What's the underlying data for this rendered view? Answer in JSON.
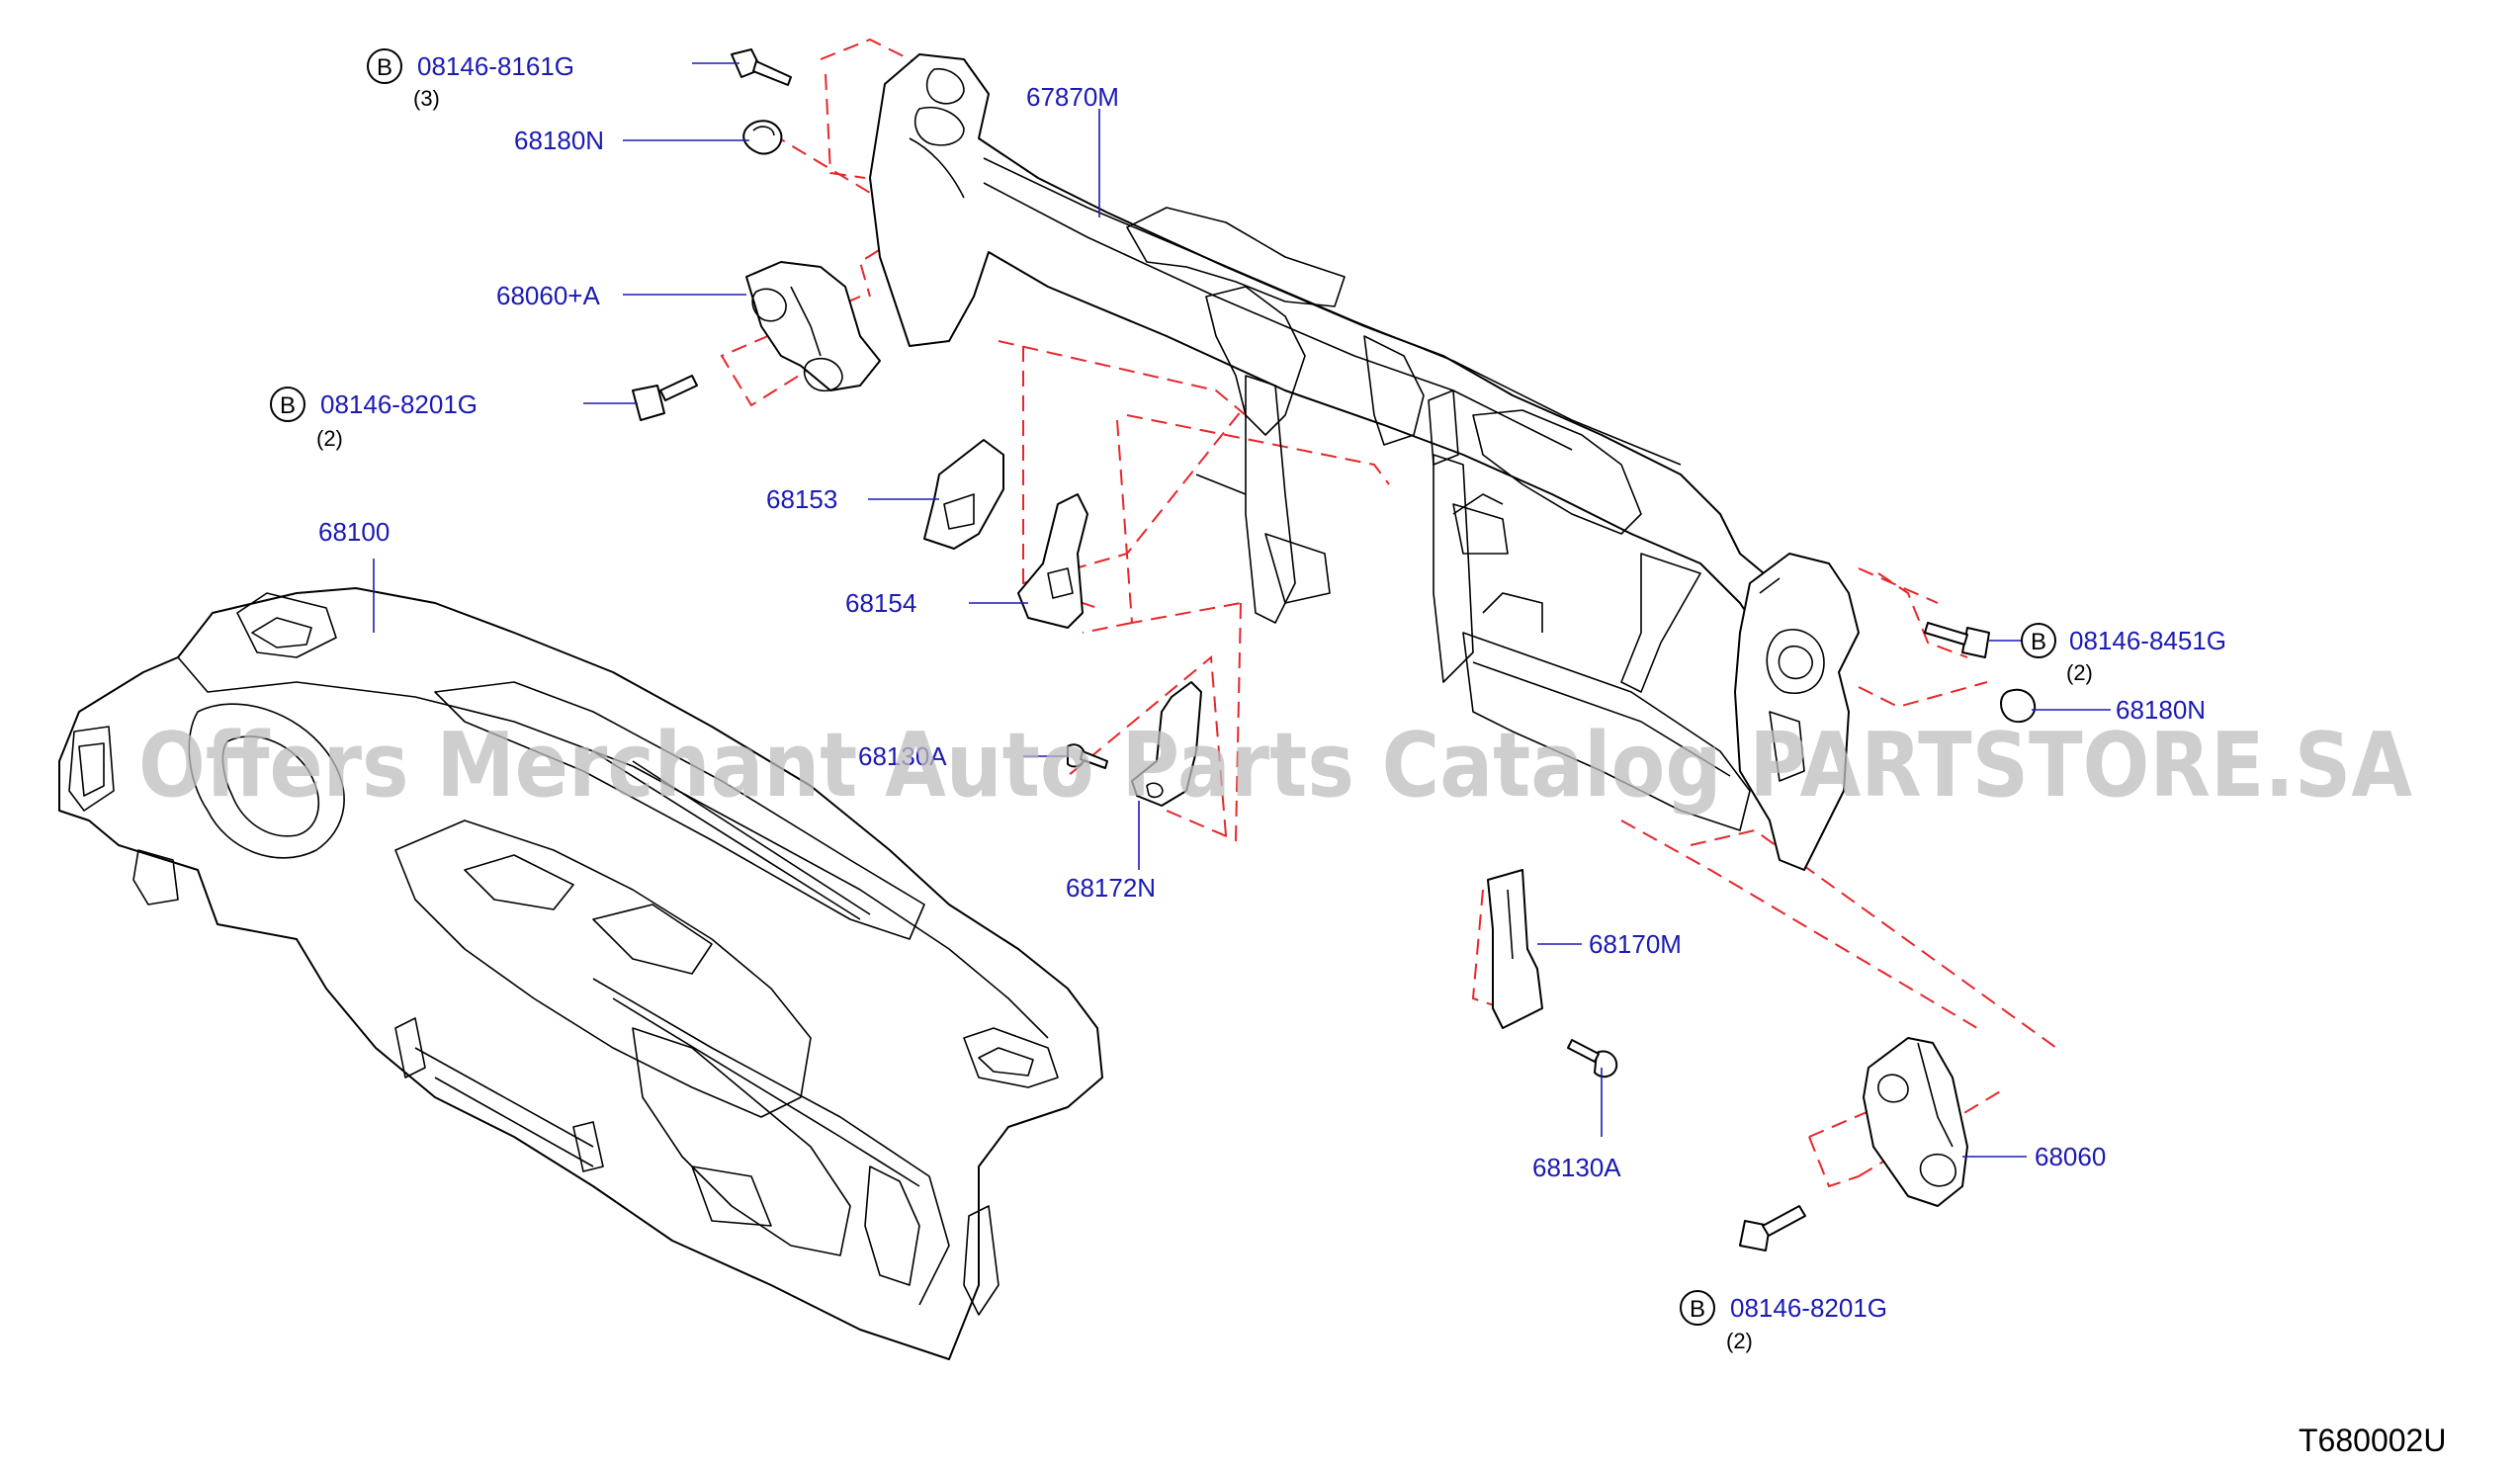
{
  "colors": {
    "label": "#1a1ab4",
    "line": "#000000",
    "dash": "#e8262a",
    "watermark": "#bdbdbd"
  },
  "watermark": "Offers Merchant Auto Parts Catalog PARTSTORE.SA",
  "diagram_code": "T680002U",
  "labels": {
    "bolt_top": {
      "badge": "B",
      "part": "08146-8161G",
      "qty": "(3)"
    },
    "clip_top": {
      "part": "68180N"
    },
    "pipe": {
      "part": "67870M"
    },
    "bracket_left": {
      "part": "68060+A"
    },
    "bolt_left": {
      "badge": "B",
      "part": "08146-8201G",
      "qty": "(2)"
    },
    "bracket_68153": {
      "part": "68153"
    },
    "bracket_68154": {
      "part": "68154"
    },
    "panel": {
      "part": "68100"
    },
    "screw_mid": {
      "part": "68130A"
    },
    "bracket_68172N": {
      "part": "68172N"
    },
    "bolt_right": {
      "badge": "B",
      "part": "08146-8451G",
      "qty": "(2)"
    },
    "clip_right": {
      "part": "68180N"
    },
    "bracket_68170M": {
      "part": "68170M"
    },
    "screw_low": {
      "part": "68130A"
    },
    "bracket_right": {
      "part": "68060"
    },
    "bolt_low": {
      "badge": "B",
      "part": "08146-8201G",
      "qty": "(2)"
    }
  }
}
